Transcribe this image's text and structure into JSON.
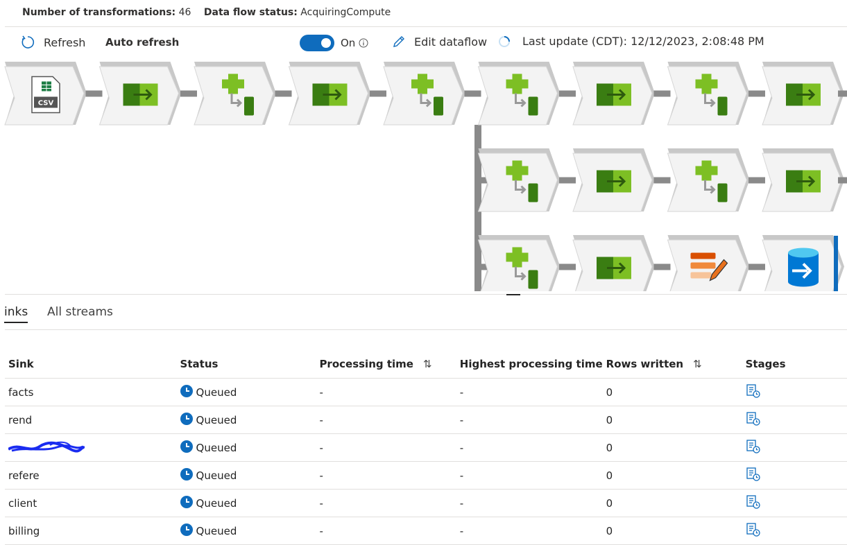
{
  "summary": {
    "transformations_label": "Number of transformations:",
    "transformations_value": "46",
    "status_label": "Data flow status:",
    "status_value": "AcquiringCompute"
  },
  "toolbar": {
    "refresh_label": "Refresh",
    "auto_refresh_label": "Auto refresh",
    "toggle_state": "On",
    "edit_label": "Edit dataflow",
    "last_update": "Last update (CDT): 12/12/2023, 2:08:48 PM"
  },
  "tabs": [
    {
      "label": "inks",
      "active": true
    },
    {
      "label": "All streams",
      "active": false
    }
  ],
  "table": {
    "columns": [
      "Sink",
      "Status",
      "Processing time",
      "Highest processing time",
      "Rows written",
      "Stages"
    ],
    "rows": [
      {
        "sink": "facts",
        "status": "Queued",
        "processing_time": "-",
        "highest_processing_time": "-",
        "rows_written": "0"
      },
      {
        "sink": "rend",
        "status": "Queued",
        "processing_time": "-",
        "highest_processing_time": "-",
        "rows_written": "0"
      },
      {
        "sink": "",
        "status": "Queued",
        "processing_time": "-",
        "highest_processing_time": "-",
        "rows_written": "0"
      },
      {
        "sink": "refere",
        "status": "Queued",
        "processing_time": "-",
        "highest_processing_time": "-",
        "rows_written": "0"
      },
      {
        "sink": "client",
        "status": "Queued",
        "processing_time": "-",
        "highest_processing_time": "-",
        "rows_written": "0"
      },
      {
        "sink": "billing",
        "status": "Queued",
        "processing_time": "-",
        "highest_processing_time": "-",
        "rows_written": "0"
      }
    ]
  },
  "colors": {
    "accent": "#0f6cbd",
    "node_fill": "#f3f3f3",
    "connector": "#8a8a8a",
    "select_green": "#7dbf24",
    "dark_green": "#3a7d12",
    "sink_blue": "#0078d4"
  },
  "pipeline": {
    "row1": [
      "csv-source-icon",
      "select-icon",
      "derived-column-icon",
      "select-icon",
      "derived-column-icon",
      "derived-column-icon",
      "select-icon",
      "derived-column-icon",
      "select-icon"
    ],
    "row2": [
      "derived-column-icon",
      "select-icon",
      "derived-column-icon",
      "select-icon"
    ],
    "row3": [
      "derived-column-icon",
      "select-icon",
      "alter-row-icon",
      "sink-icon"
    ],
    "csv_icon_text": "CSV"
  }
}
